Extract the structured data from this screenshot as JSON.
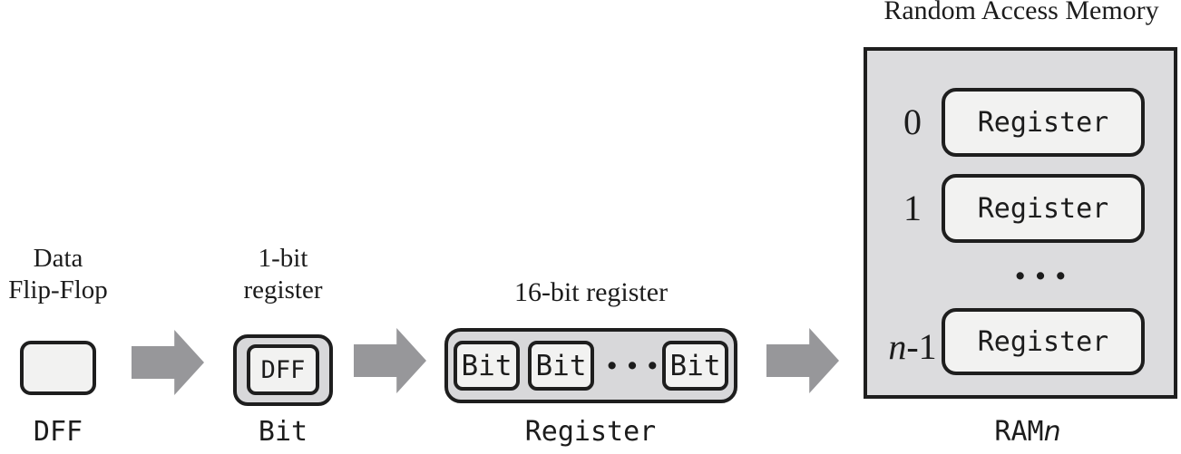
{
  "dff": {
    "title_line1": "Data",
    "title_line2": "Flip-Flop",
    "caption": "DFF"
  },
  "bit": {
    "title_line1": "1-bit",
    "title_line2": "register",
    "box_label": "DFF",
    "caption": "Bit"
  },
  "register16": {
    "title": "16-bit register",
    "cells": [
      "Bit",
      "Bit",
      "Bit"
    ],
    "ellipsis": "...",
    "caption": "Register"
  },
  "ram": {
    "title": "Random Access Memory",
    "rows": [
      {
        "index_italic_part": "",
        "index_rest": "0",
        "label": "Register"
      },
      {
        "index_italic_part": "",
        "index_rest": "1",
        "label": "Register"
      },
      {
        "index_italic_part": "n",
        "index_rest": "-1",
        "label": "Register"
      }
    ],
    "ellipsis": "...",
    "caption_prefix": "RAM",
    "caption_suffix_italic": "n"
  },
  "icons": {
    "arrow": "right-block-arrow"
  },
  "colors": {
    "background": "#ffffff",
    "border": "#1e1e1e",
    "text": "#1c1c1c",
    "light_fill": "#f2f2f1",
    "mid_fill": "#d8d8da",
    "ram_fill": "#dcdcde",
    "arrow": "#97979a"
  }
}
